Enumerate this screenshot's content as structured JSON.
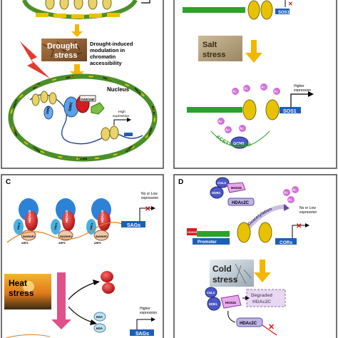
{
  "panels": {
    "a": {
      "nmcp_label": "NMCP1",
      "stress_label": "Drought stress",
      "stress_line1": "Drought",
      "stress_line2": "stress",
      "modulation_line1": "Drought-induced",
      "modulation_line2": "modulation in",
      "modulation_line3": "chromatin",
      "modulation_line4": "accessibility",
      "nucleus_label": "Nucleus",
      "swi_label": "SWI/SNF",
      "swic_label": "SWIC",
      "swid_label": "SWID",
      "high_line1": "High",
      "high_line2": "expression"
    },
    "b": {
      "gene_label": "SOS1",
      "stress_line1": "Salt",
      "stress_line2": "stress",
      "higher_line1": "Higher",
      "higher_line2": "expression",
      "ac_label": "Ac",
      "gcn5_label": "GCN5",
      "acetylation_label": "ACETYLATION"
    },
    "c": {
      "panel_letter": "C",
      "hdac_label": "HDAc19",
      "swi_label": "SWI/SNF1",
      "gnc_label": "GNC1",
      "arps_label": "ARP6",
      "gene_label": "SAGs",
      "nolow_line1": "No or Low",
      "nolow_line2": "expression",
      "stress_line1": "Heat",
      "stress_line2": "stress",
      "h2a_label": "H2A",
      "higher_line1": "Higher",
      "higher_line2": "expression"
    },
    "d": {
      "panel_letter": "D",
      "cul4_label": "CUL4",
      "ddb1_label": "DDB1",
      "hos15_label": "HOS15",
      "hdac_label": "HDAc2C",
      "deacetylation_label": "Deacetylation",
      "ac_label": "Ac",
      "nolow_line1": "No or Low",
      "nolow_line2": "expression",
      "promoter_label": "Promoter",
      "gene_label": "CORs",
      "stress_line1": "Cold",
      "stress_line2": "stress",
      "degraded_line1": "Degraded",
      "degraded_line2": "HDAc2C"
    }
  },
  "colors": {
    "panel_border": "#444444",
    "chromatin_green": "#4b8f2a",
    "nmcp_yellow": "#e8c200",
    "arrow_yellow": "#f3b700",
    "gene_blue": "#1b5fb8",
    "red_x": "#d01818",
    "acetyl_pink": "#d46ed8",
    "heat_arrow_pink": "#e0508a"
  }
}
